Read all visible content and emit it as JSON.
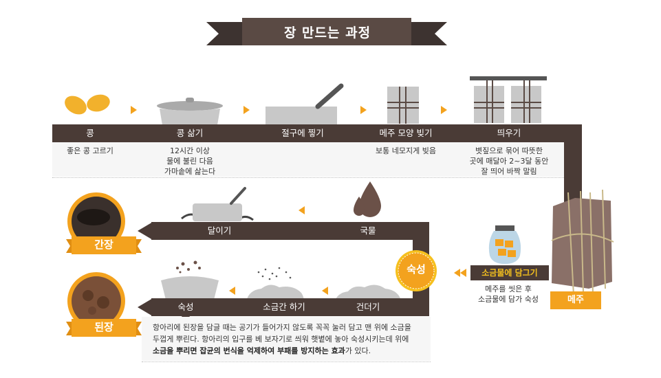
{
  "title": "장 만드는 과정",
  "row1": [
    {
      "label": "콩",
      "desc": [
        "좋은 콩 고르기"
      ]
    },
    {
      "label": "콩 삶기",
      "desc": [
        "12시간 이상",
        "물에 불린 다음",
        "가마솥에 삶는다"
      ]
    },
    {
      "label": "절구에 찧기",
      "desc": []
    },
    {
      "label": "메주 모양 빚기",
      "desc": [
        "보통 네모지게 빚음"
      ]
    },
    {
      "label": "띄우기",
      "desc": [
        "볏짚으로 묶어 따뜻한",
        "곳에 매달아 2~3달 동안",
        "잘 띄어 바짝 말림"
      ]
    }
  ],
  "row2": [
    {
      "label": "달이기"
    },
    {
      "label": "국물"
    }
  ],
  "row3": [
    {
      "label": "숙성"
    },
    {
      "label": "소금간 하기"
    },
    {
      "label": "건더기"
    }
  ],
  "ripening_badge": "숙성",
  "salt_step": {
    "label": "소금물에 담그기",
    "desc": [
      "메주를  씻은 후",
      "소금물에 담가 숙성"
    ]
  },
  "meju_label": "메주",
  "product_soy_sauce": "간장",
  "product_soybean_paste": "된장",
  "note": {
    "line1": "항아리에 된장을 담글 때는 공기가 들어가지 않도록 꼭꼭 눌러 담고 맨 위에 소금을",
    "line2": "두껍게 뿌린다. 항아리의 입구를 베 보자기로 씌워 햇볕에 놓아 숙성시키는데 위에",
    "line3_bold": "소금을 뿌리면 잡균의 번식을 억제하여 부패를 방지하는 효과",
    "line3_end": "가 있다."
  },
  "colors": {
    "band": "#4a3b36",
    "accent": "#f3a21e",
    "ribbon": "#3d3330"
  }
}
